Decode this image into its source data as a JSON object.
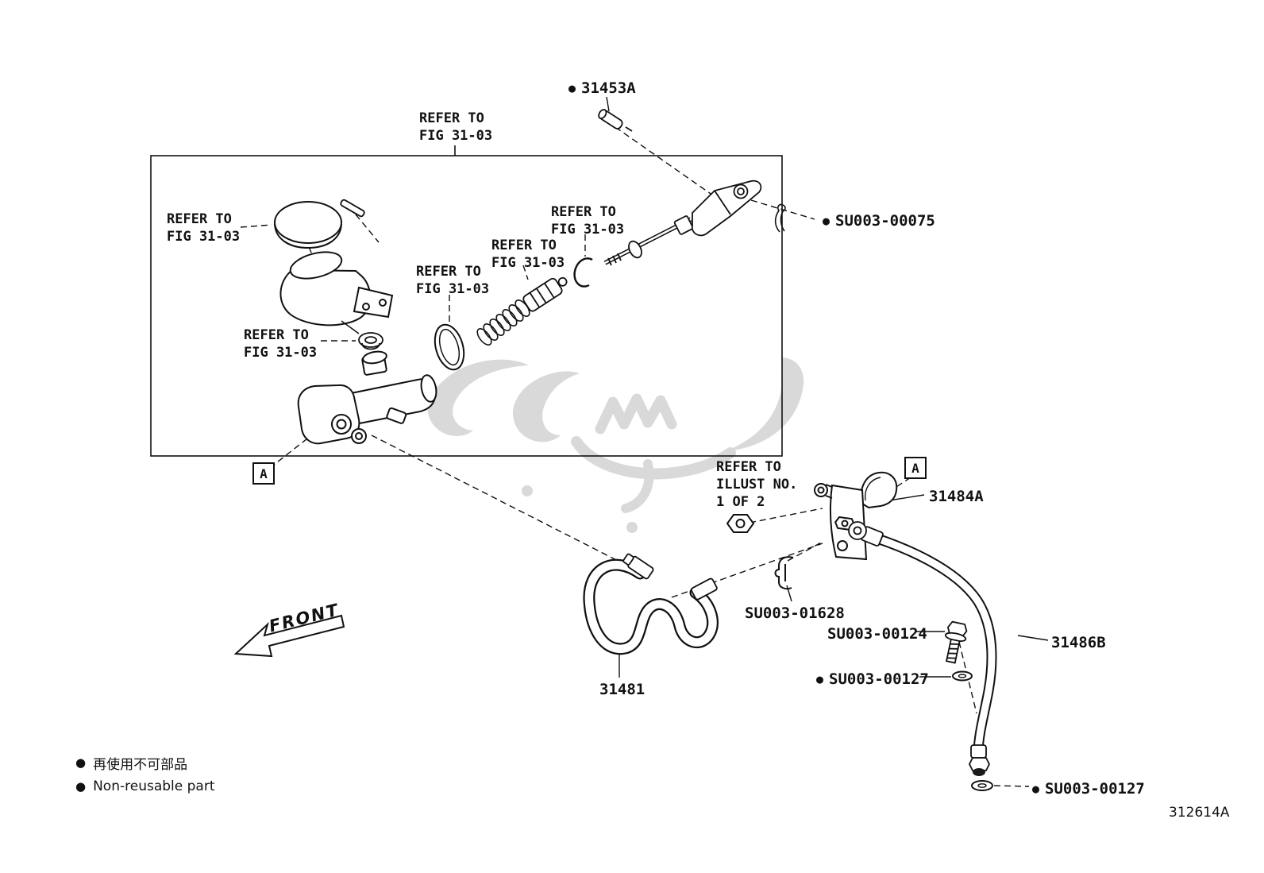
{
  "icons": {
    "bullet": "●"
  },
  "marker": {
    "label": "A"
  },
  "notes": {
    "refer_fig": "REFER TO\nFIG 31-03",
    "refer_illust": "REFER TO\nILLUST NO.\n1 OF 2"
  },
  "callouts": {
    "pin_31453A": "31453A",
    "su003_00075": "SU003-00075",
    "bracket_31484A": "31484A",
    "su003_01628": "SU003-01628",
    "su003_00124": "SU003-00124",
    "su003_00127_mid": "SU003-00127",
    "hose_31486B": "31486B",
    "hose_31481": "31481",
    "su003_00127_bottom": "SU003-00127"
  },
  "legend": {
    "jp": "再使用不可部品",
    "en": "Non-reusable part"
  },
  "figure": {
    "code": "312614A",
    "front": "FRONT"
  }
}
